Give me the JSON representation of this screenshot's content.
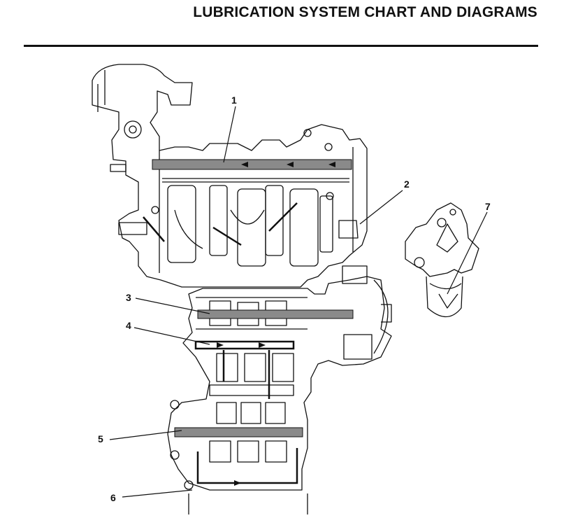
{
  "page": {
    "title": "LUBRICATION SYSTEM CHART AND DIAGRAMS"
  },
  "callouts": [
    {
      "id": "1",
      "label": "1"
    },
    {
      "id": "2",
      "label": "2"
    },
    {
      "id": "3",
      "label": "3"
    },
    {
      "id": "4",
      "label": "4"
    },
    {
      "id": "5",
      "label": "5"
    },
    {
      "id": "6",
      "label": "6"
    },
    {
      "id": "7",
      "label": "7"
    }
  ],
  "colors": {
    "ink": "#111111",
    "oil_passage": "#8a8a8a",
    "paper": "#ffffff"
  }
}
